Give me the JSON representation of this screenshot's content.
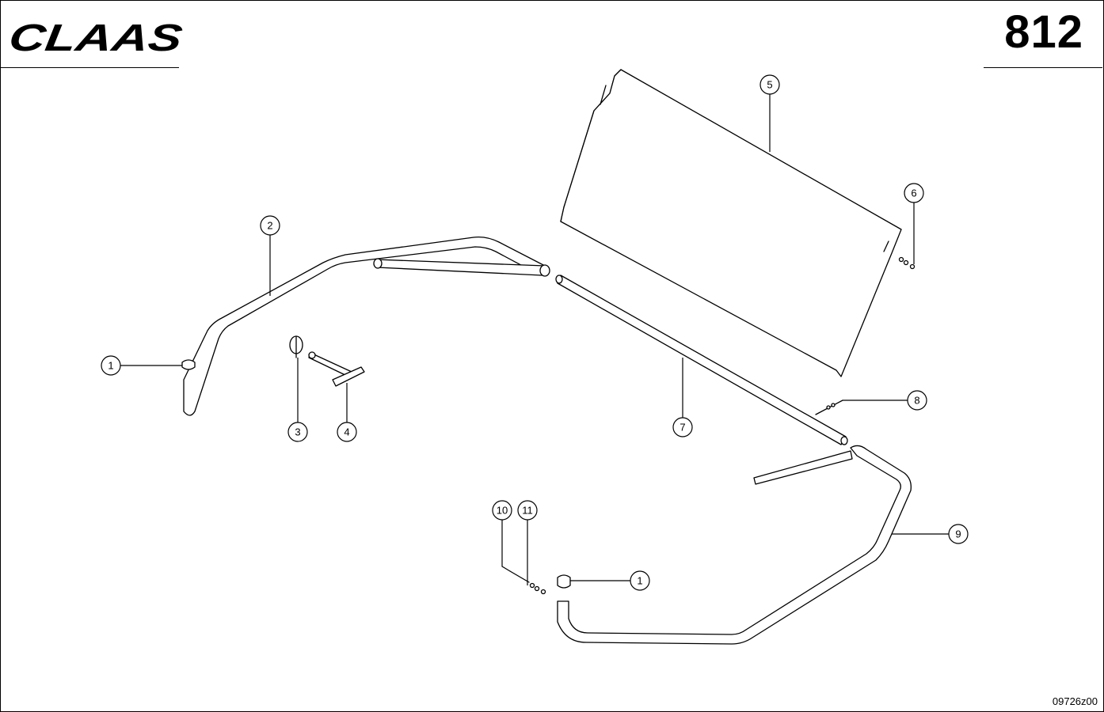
{
  "header": {
    "brand": "CLAAS",
    "page_number": "812"
  },
  "drawing": {
    "id": "09726z00",
    "callouts": [
      {
        "num": "1"
      },
      {
        "num": "2"
      },
      {
        "num": "3"
      },
      {
        "num": "4"
      },
      {
        "num": "5"
      },
      {
        "num": "6"
      },
      {
        "num": "7"
      },
      {
        "num": "8"
      },
      {
        "num": "1"
      },
      {
        "num": "9"
      },
      {
        "num": "10"
      },
      {
        "num": "11"
      }
    ]
  }
}
